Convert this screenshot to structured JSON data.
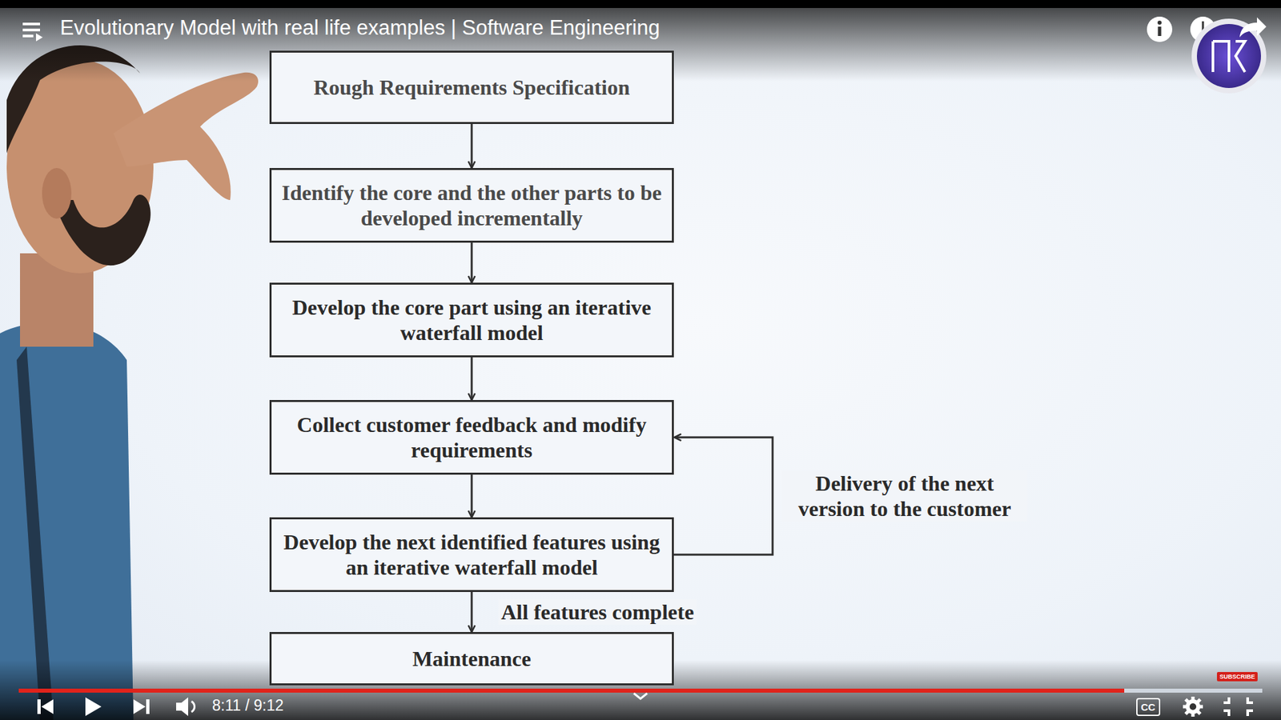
{
  "diagram": {
    "title": "Evolutionary Model with real life examples | Software Engineering",
    "nodes": [
      {
        "text": [
          "Rough Requirements Specification"
        ]
      },
      {
        "text": [
          "Identify the core and the other parts to be developed incrementally"
        ]
      },
      {
        "text": [
          "Develop the core part using an iterative waterfall model"
        ]
      },
      {
        "text": [
          "Collect customer feedback and modify requirements"
        ]
      },
      {
        "text": [
          "Develop the next identified features using an iterative waterfall model"
        ]
      },
      {
        "text": [
          "Maintenance"
        ]
      }
    ],
    "edges": [
      {
        "from": 0,
        "to": 1,
        "arrow": "to"
      },
      {
        "from": 1,
        "to": 2,
        "arrow": "to"
      },
      {
        "from": 2,
        "to": 3,
        "arrow": "to"
      },
      {
        "from": 3,
        "to": 4,
        "arrow": "to"
      },
      {
        "from": 4,
        "to": 3,
        "label": "Delivery of the next version to the customer",
        "arrow": "to"
      },
      {
        "from": 4,
        "to": 5,
        "label": "All features complete",
        "arrow": "to"
      }
    ],
    "labels": [
      "8:11 / 9:12",
      "CC",
      "SUBSCRIBE"
    ]
  }
}
